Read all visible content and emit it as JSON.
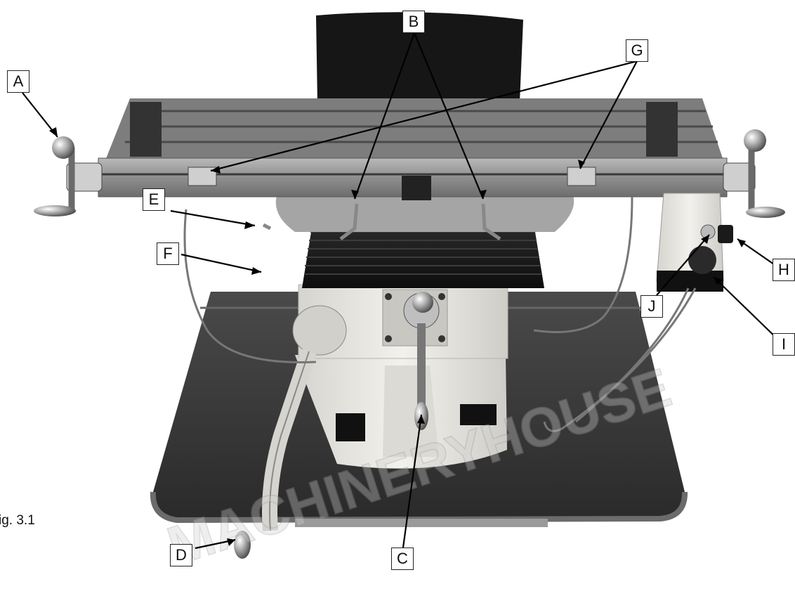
{
  "figure": {
    "caption": "ig. 3.1",
    "watermark_text": "MACHINERYHOUSE",
    "colors": {
      "machine_body": "#e9e7e2",
      "table_steel": "#9a9a9a",
      "table_top": "#8b8b8b",
      "bellows": "#1c1c1c",
      "tray": "#3a3a3a",
      "tray_rim": "#5a5a5a",
      "column_top": "#1a1a1a",
      "callout_border": "#222222",
      "leader_line": "#000000"
    }
  },
  "callouts": [
    {
      "id": "A",
      "label": "A"
    },
    {
      "id": "B",
      "label": "B"
    },
    {
      "id": "C",
      "label": "C"
    },
    {
      "id": "D",
      "label": "D"
    },
    {
      "id": "E",
      "label": "E"
    },
    {
      "id": "F",
      "label": "F"
    },
    {
      "id": "G",
      "label": "G"
    },
    {
      "id": "H",
      "label": "H"
    },
    {
      "id": "I",
      "label": "I"
    },
    {
      "id": "J",
      "label": "J"
    }
  ]
}
